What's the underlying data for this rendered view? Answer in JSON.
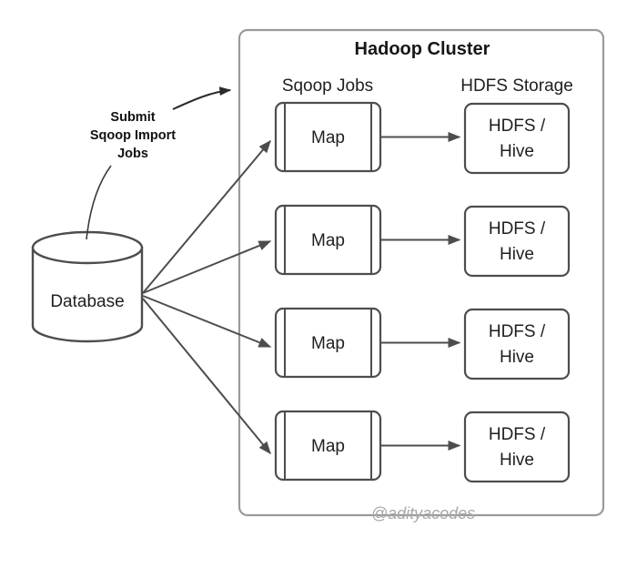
{
  "diagram": {
    "title": "Hadoop Cluster",
    "watermark": "@adityacodes",
    "source": {
      "label": "Database",
      "shape": "cylinder"
    },
    "callout": {
      "line1": "Submit",
      "line2": "Sqoop Import",
      "line3": "Jobs"
    },
    "columns": [
      {
        "key": "sqoop",
        "label": "Sqoop Jobs"
      },
      {
        "key": "hdfs",
        "label": "HDFS Storage"
      }
    ],
    "rows": [
      {
        "map_label": "Map",
        "storage_line1": "HDFS /",
        "storage_line2": "Hive"
      },
      {
        "map_label": "Map",
        "storage_line1": "HDFS /",
        "storage_line2": "Hive"
      },
      {
        "map_label": "Map",
        "storage_line1": "HDFS /",
        "storage_line2": "Hive"
      },
      {
        "map_label": "Map",
        "storage_line1": "HDFS /",
        "storage_line2": "Hive"
      }
    ],
    "colors": {
      "background": "#ffffff",
      "node_stroke": "#4d4d4d",
      "cluster_stroke": "#9a9a9a",
      "text": "#1f1f1f",
      "watermark": "#a8a8a8"
    }
  }
}
